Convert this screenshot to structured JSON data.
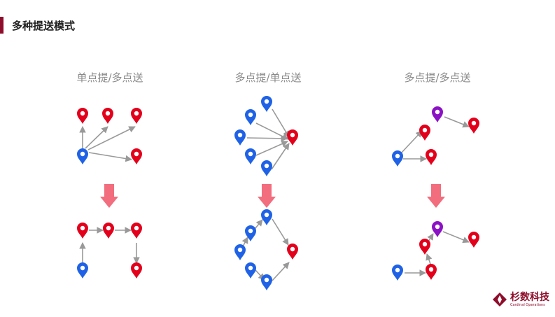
{
  "header": {
    "title": "多种提送模式"
  },
  "columns": [
    {
      "title": "单点提/多点送"
    },
    {
      "title": "多点提/单点送"
    },
    {
      "title": "多点提/多点送"
    }
  ],
  "logo": {
    "name": "杉数科技",
    "subtitle": "Cardinal Operations"
  },
  "colors": {
    "pickup": "#1f62e6",
    "delivery": "#e3001b",
    "hub": "#8b12c4",
    "arrow": "#999999",
    "down_arrow": "#f26d7d",
    "accent": "#8e0d2b"
  }
}
